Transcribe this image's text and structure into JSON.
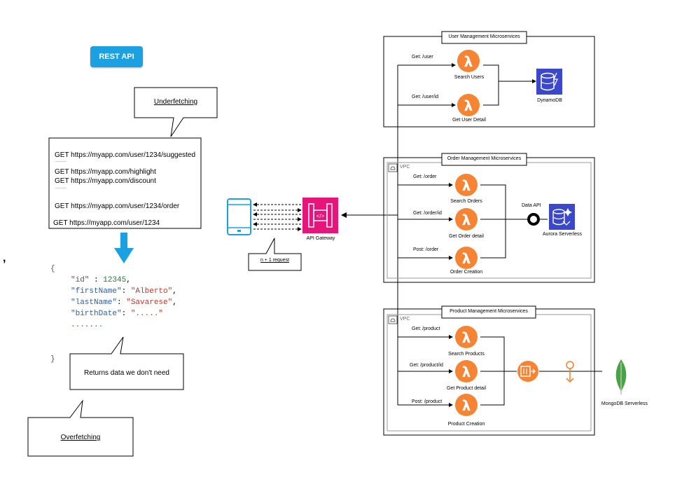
{
  "rest_api_label": "REST API",
  "underfetching": {
    "title": "Underfetching",
    "lines": [
      "GET https://myapp.com/user/1234/suggested",
      "..........",
      "GET https://myapp.com/highlight",
      "GET https://myapp.com/discount",
      "..........",
      "GET https://myapp.com/user/1234/order",
      "GET https://myapp.com/user/1234"
    ]
  },
  "json_sample": {
    "open_brace": "{",
    "id_key": "\"id\"",
    "id_sep": " : ",
    "id_val": "12345",
    "first_key": "\"firstName\"",
    "first_val": "\"Alberto\"",
    "last_key": "\"lastName\"",
    "last_val": "\"Savarese\"",
    "birth_key": "\"birthDate\"",
    "birth_val": "\".....\"",
    "ellipsis": ".......",
    "close_brace": "}",
    "comma": ",",
    "colon": ": "
  },
  "callout_returns": "Returns data we don't need",
  "overfetching": "Overfetching",
  "stray_comma": ",",
  "n_plus_one": "n + 1 request",
  "api_gateway": "API Gateway",
  "user_group": {
    "title": "User Management Microservices",
    "routes": [
      "Get: /user",
      "Get: /user/id"
    ],
    "functions": [
      "Search Users",
      "Get User Detail"
    ],
    "db": "DynamoDB"
  },
  "order_group": {
    "title": "Order Management Microservices",
    "vpc": "VPC",
    "routes": [
      "Get: /order",
      "Get: /order/id",
      "Post: /order"
    ],
    "functions": [
      "Search Orders",
      "Get Order detail",
      "Order Creation"
    ],
    "data_api": "Data API",
    "db": "Aurora Serverless"
  },
  "product_group": {
    "title": "Product Management Microservices",
    "vpc": "VPC",
    "routes": [
      "Get: /product",
      "Get: /product/id",
      "Post: /product"
    ],
    "functions": [
      "Search Products",
      "Get Product detail",
      "Product Creation"
    ],
    "db": "MongoDB Serverless"
  },
  "colors": {
    "rest_button": "#1ba1e2",
    "lambda": "#f58534",
    "api_gateway": "#e7157b",
    "dynamodb": "#3b48cc",
    "aurora": "#3b48cc",
    "mongodb": "#47a248",
    "down_arrow": "#1ba1e2",
    "device": "#1ba1e2"
  },
  "icons": [
    "lambda-icon",
    "api-gateway-icon",
    "dynamodb-icon",
    "aurora-icon",
    "mongodb-leaf-icon",
    "mobile-device-icon",
    "vpc-cloud-icon",
    "queue-icon",
    "connector-icon",
    "down-arrow-icon"
  ]
}
